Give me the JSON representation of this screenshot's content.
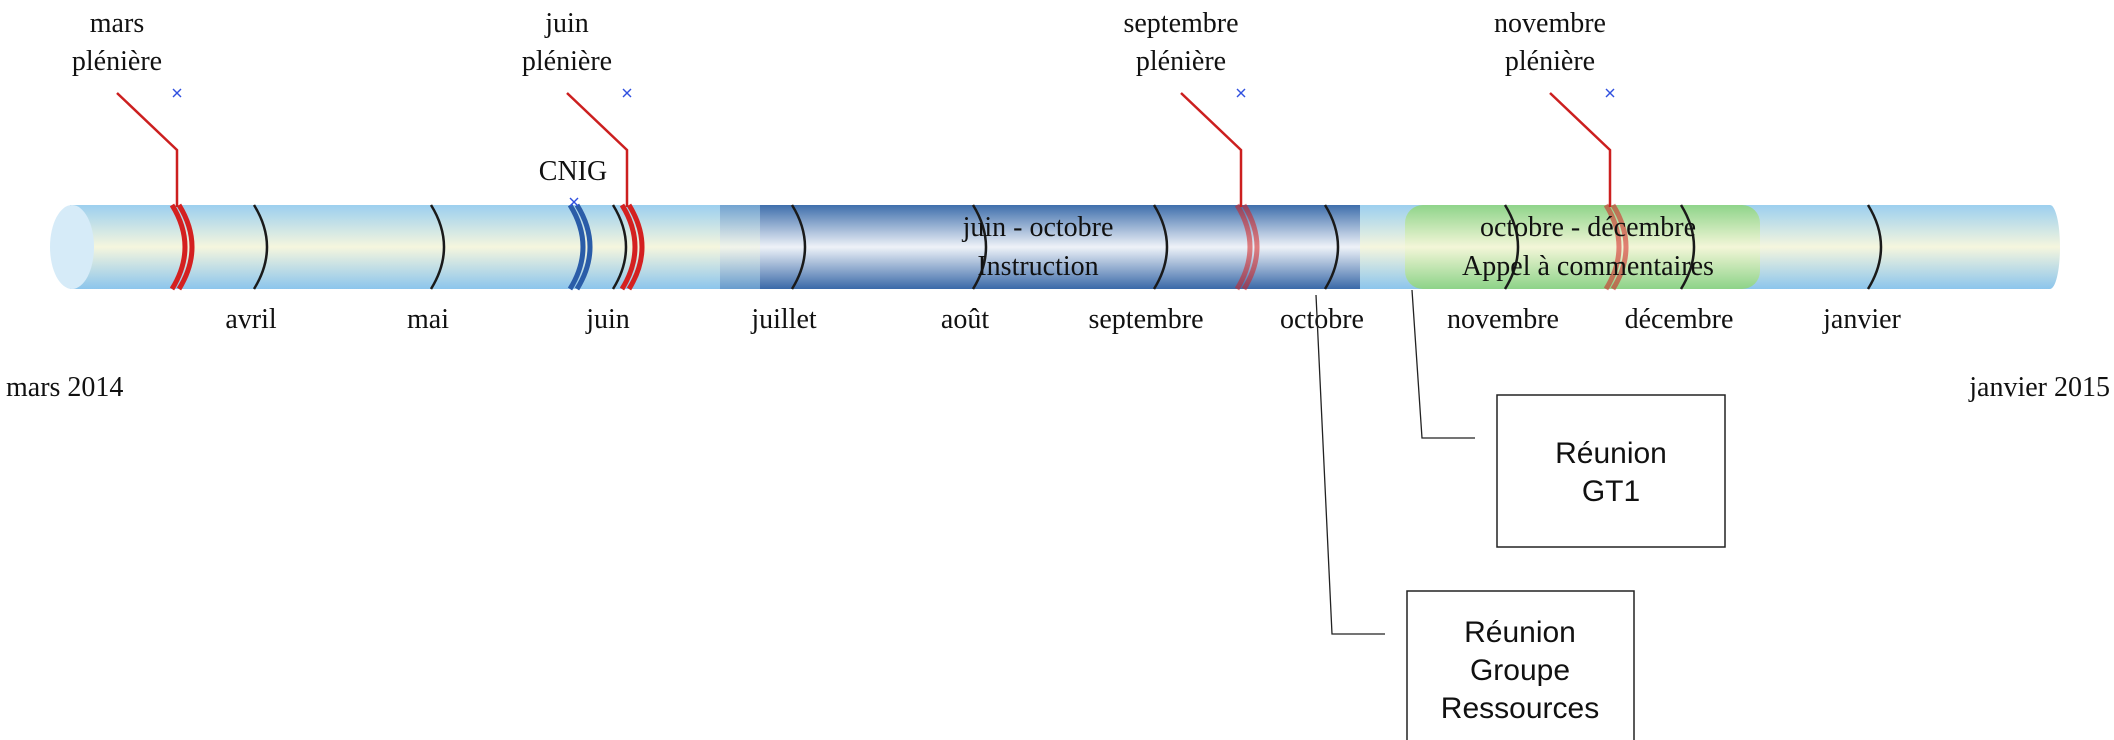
{
  "timeline": {
    "start_label": "mars 2014",
    "end_label": "janvier 2015",
    "months": [
      "avril",
      "mai",
      "juin",
      "juillet",
      "août",
      "septembre",
      "octobre",
      "novembre",
      "décembre",
      "janvier"
    ]
  },
  "milestones": [
    {
      "line1": "mars",
      "line2": "plénière"
    },
    {
      "line1": "juin",
      "line2": "plénière"
    },
    {
      "line1": "septembre",
      "line2": "plénière"
    },
    {
      "line1": "novembre",
      "line2": "plénière"
    }
  ],
  "cnig_label": "CNIG",
  "periods": [
    {
      "line1": "juin - octobre",
      "line2": "Instruction"
    },
    {
      "line1": "octobre - décembre",
      "line2": "Appel à commentaires"
    }
  ],
  "callouts": [
    {
      "lines": [
        "Réunion",
        "GT1"
      ]
    },
    {
      "lines": [
        "Réunion",
        "Groupe",
        "Ressources"
      ]
    }
  ],
  "colors": {
    "tube_light": "#a9d6f2",
    "period_instruction": "#4a78b4",
    "period_comments": "#9ed99a",
    "plenary_marker": "#d42020",
    "cnig_marker": "#2a5ca8"
  }
}
